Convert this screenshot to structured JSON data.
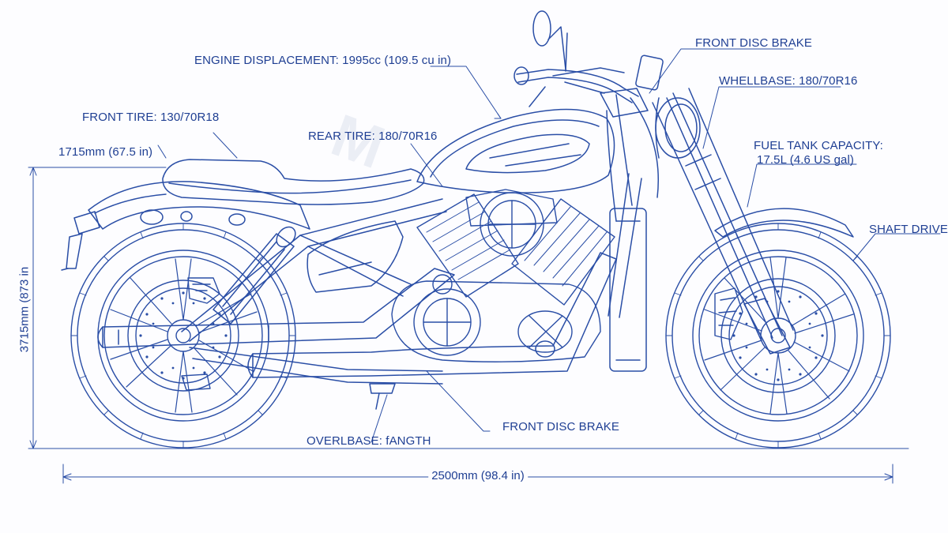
{
  "labels": {
    "engine_displacement": "ENGINE DISPLACEMENT: 1995cc (109.5 cu in)",
    "front_disc_brake_top": "FRONT DISC BRAKE",
    "wheelbase": "WHELLBASE: 180/70R16",
    "front_tire": "FRONT TIRE: 130/70R18",
    "rear_tire": "REAR TIRE: 180/70R16",
    "seat_height": "1715mm (67.5 in)",
    "fuel_tank_capacity_line1": "FUEL TANK CAPACITY:",
    "fuel_tank_capacity_line2": "17.5L (4.6 US gal)",
    "shaft_drive": "SHAFT DRIVE",
    "front_disc_brake_bottom": "FRONT DISC BRAKE",
    "overall_length_label": "OVERLBASE: fANGTH"
  },
  "dimensions": {
    "height": "3715mm (873 in",
    "length": "2500mm (98.4 in)"
  },
  "colors": {
    "ink": "#1f3f93",
    "paper": "#fdfdff"
  }
}
